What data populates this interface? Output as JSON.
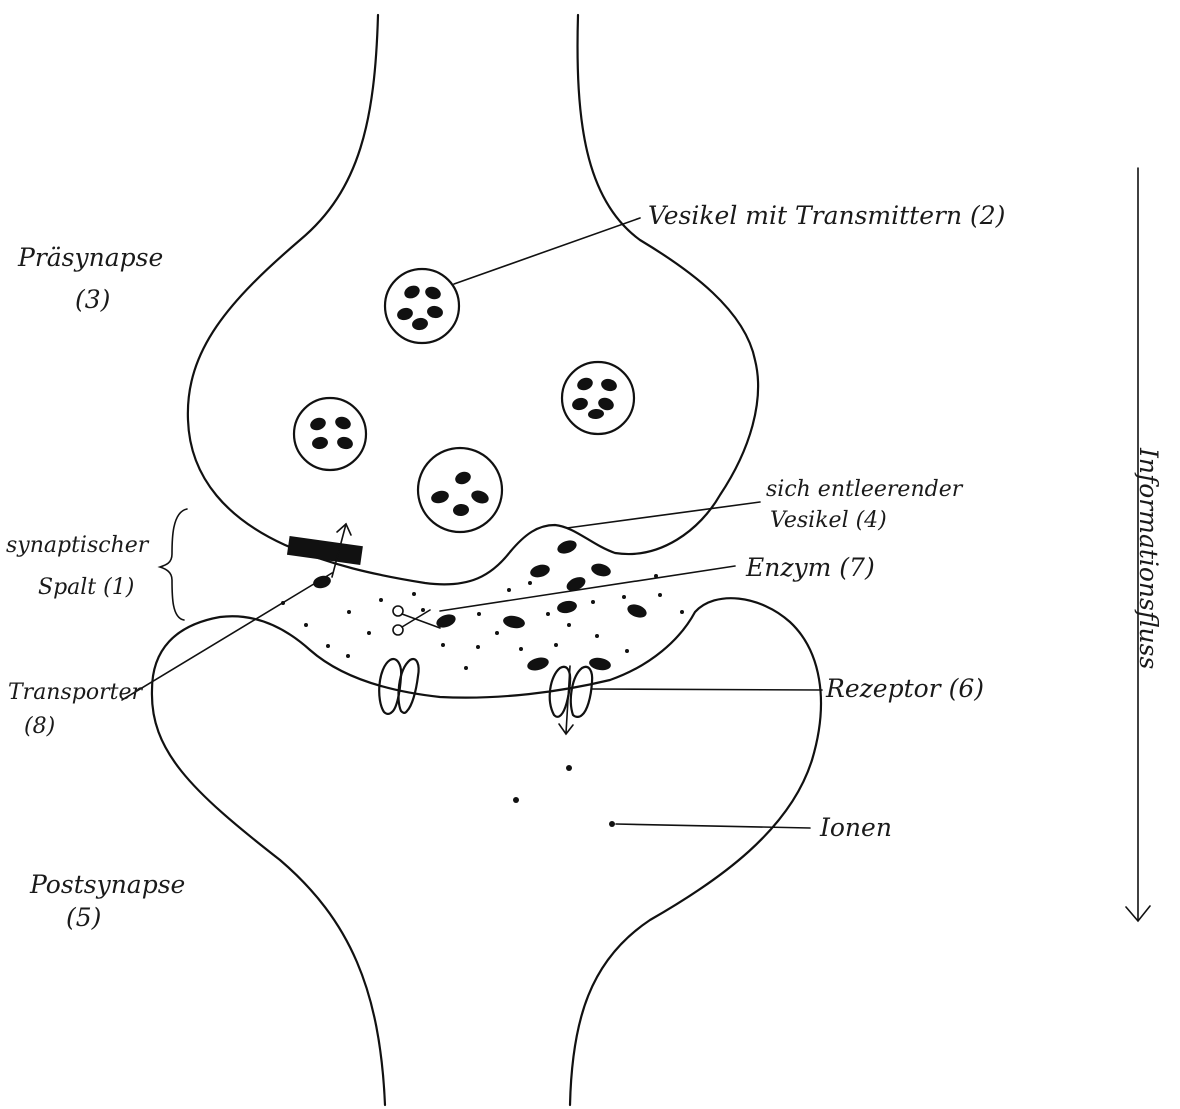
{
  "labels": {
    "praesynapse": "Präsynapse",
    "praesynapse_num": "(3)",
    "vesikel": "Vesikel mit Transmittern (2)",
    "spalt_line1": "synaptischer",
    "spalt_line2": "Spalt (1)",
    "entleerend_line1": "sich entleerender",
    "entleerend_line2": "Vesikel (4)",
    "enzym": "Enzym (7)",
    "transporter": "Transporter",
    "transporter_num": "(8)",
    "rezeptor": "Rezeptor (6)",
    "ionen": "Ionen",
    "postsynapse": "Postsynapse",
    "postsynapse_num": "(5)",
    "informationsfluss": "Informationsfluss"
  }
}
